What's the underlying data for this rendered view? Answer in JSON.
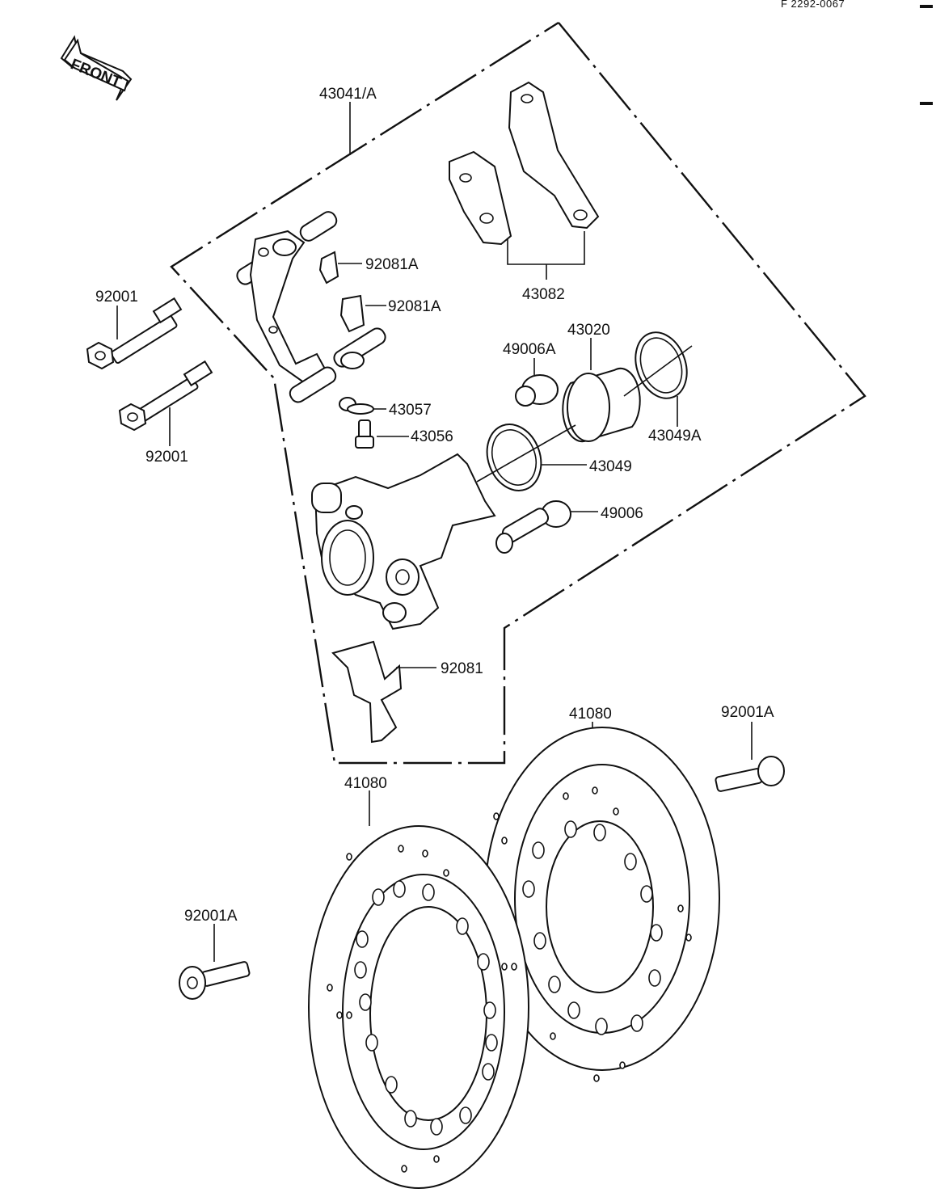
{
  "header": {
    "ref_code": "F 2292-0067"
  },
  "front_arrow": {
    "label": "FRONT"
  },
  "callouts": {
    "assembly": "43041/A",
    "pads": "43082",
    "clip_upper": "92081A",
    "clip_lower": "92081A",
    "bolt_upper": "92001",
    "bolt_lower": "92001",
    "boot_a": "49006A",
    "piston": "43020",
    "dust_seal_a": "43049A",
    "bleed_cap": "43057",
    "bleed_valve": "43056",
    "piston_seal": "43049",
    "boot": "49006",
    "spring_clip": "92081",
    "disc_right": "41080",
    "disc_left": "41080",
    "disc_bolt_right": "92001A",
    "disc_bolt_left": "92001A"
  }
}
